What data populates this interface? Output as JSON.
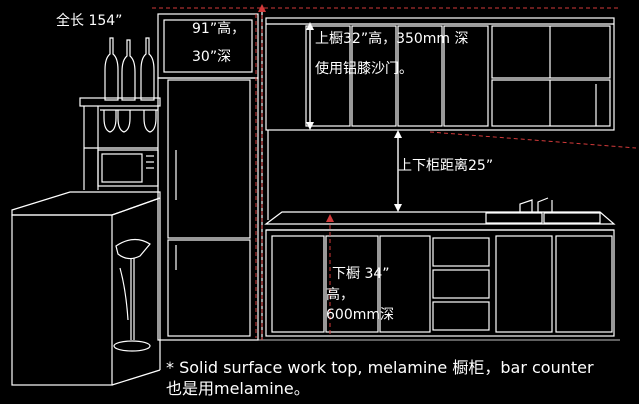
{
  "labels": {
    "total_length": "全长 154”",
    "fridge_height": "91”高，",
    "fridge_depth": "30”深",
    "upper_line1": "上橱32”高，350mm 深",
    "upper_line2": "使用铝膝沙门。",
    "gap": "上下柜距离25”",
    "lower_line1": "下橱 34”",
    "lower_line2": "高，",
    "lower_line3": "600mm深"
  },
  "note": {
    "line1": "* Solid surface work top, melamine 橱柜，bar counter",
    "line2": "也是用melamine。"
  },
  "colors": {
    "background": "#000000",
    "line": "#ffffff",
    "dimension": "#d23a3a"
  }
}
